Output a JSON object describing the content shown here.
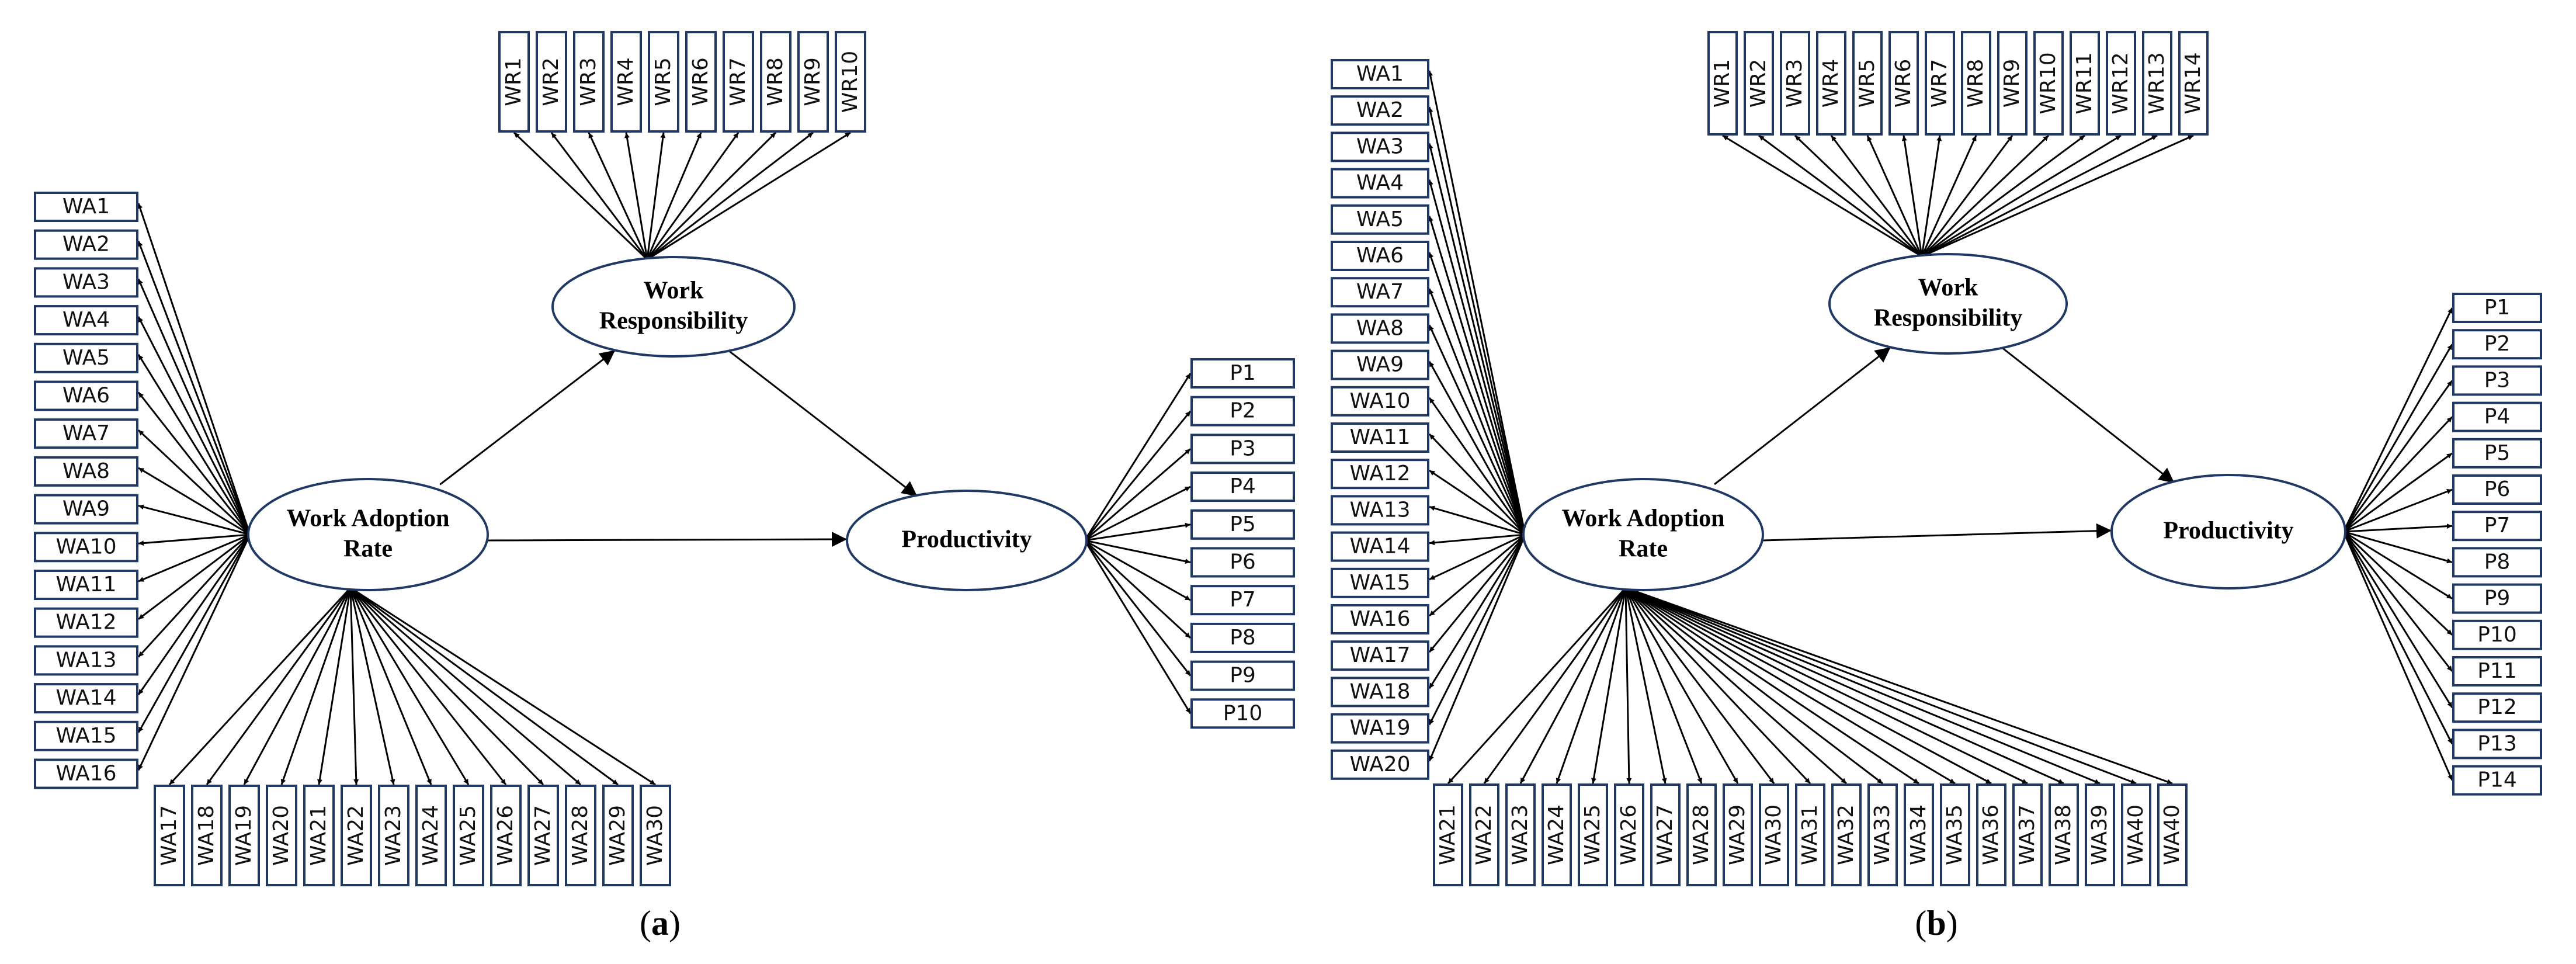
{
  "panels": [
    {
      "id": "a",
      "caption": {
        "open": "(",
        "letter": "a",
        "close": ")"
      },
      "latents": {
        "wr": [
          "Work",
          "Responsibility"
        ],
        "wa": [
          "Work Adoption",
          "Rate"
        ],
        "p": [
          "Productivity"
        ]
      },
      "wa_left": [
        "WA1",
        "WA2",
        "WA3",
        "WA4",
        "WA5",
        "WA6",
        "WA7",
        "WA8",
        "WA9",
        "WA10",
        "WA11",
        "WA12",
        "WA13",
        "WA14",
        "WA15",
        "WA16"
      ],
      "wa_bottom": [
        "WA17",
        "WA18",
        "WA19",
        "WA20",
        "WA21",
        "WA22",
        "WA23",
        "WA24",
        "WA25",
        "WA26",
        "WA27",
        "WA28",
        "WA29",
        "WA30"
      ],
      "wr_top": [
        "WR1",
        "WR2",
        "WR3",
        "WR4",
        "WR5",
        "WR6",
        "WR7",
        "WR8",
        "WR9",
        "WR10"
      ],
      "p_right": [
        "P1",
        "P2",
        "P3",
        "P4",
        "P5",
        "P6",
        "P7",
        "P8",
        "P9",
        "P10"
      ]
    },
    {
      "id": "b",
      "caption": {
        "open": "(",
        "letter": "b",
        "close": ")"
      },
      "latents": {
        "wr": [
          "Work",
          "Responsibility"
        ],
        "wa": [
          "Work Adoption",
          "Rate"
        ],
        "p": [
          "Productivity"
        ]
      },
      "wa_left": [
        "WA1",
        "WA2",
        "WA3",
        "WA4",
        "WA5",
        "WA6",
        "WA7",
        "WA8",
        "WA9",
        "WA10",
        "WA11",
        "WA12",
        "WA13",
        "WA14",
        "WA15",
        "WA16",
        "WA17",
        "WA18",
        "WA19",
        "WA20"
      ],
      "wa_bottom": [
        "WA21",
        "WA22",
        "WA23",
        "WA24",
        "WA25",
        "WA26",
        "WA27",
        "WA28",
        "WA29",
        "WA30",
        "WA31",
        "WA32",
        "WA33",
        "WA34",
        "WA35",
        "WA36",
        "WA37",
        "WA38",
        "WA39",
        "WA40",
        "WA40"
      ],
      "wr_top": [
        "WR1",
        "WR2",
        "WR3",
        "WR4",
        "WR5",
        "WR6",
        "WR7",
        "WR8",
        "WR9",
        "WR10",
        "WR11",
        "WR12",
        "WR13",
        "WR14"
      ],
      "p_right": [
        "P1",
        "P2",
        "P3",
        "P4",
        "P5",
        "P6",
        "P7",
        "P8",
        "P9",
        "P10",
        "P11",
        "P12",
        "P13",
        "P14"
      ]
    }
  ],
  "colors": {
    "box_stroke": "#1f3864",
    "ellipse_stroke": "#1f3864",
    "arrow": "#000000"
  }
}
